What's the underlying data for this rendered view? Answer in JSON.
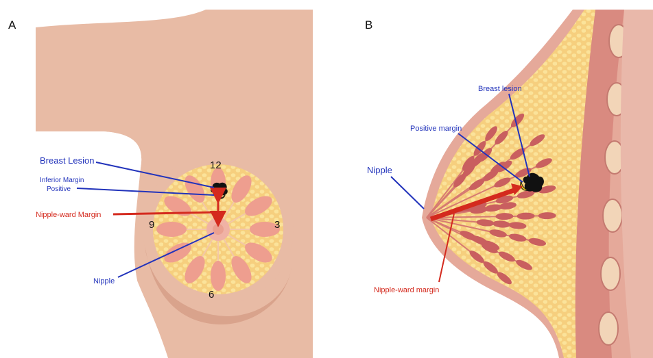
{
  "panel_a": {
    "letter": "A",
    "clock_12": "12",
    "clock_3": "3",
    "clock_6": "6",
    "clock_9": "9",
    "label_breast_lesion": "Breast Lesion",
    "label_inferior_margin_line1": "Inferior Margin",
    "label_inferior_margin_line2": "Positive",
    "label_nipple_ward_margin": "Nipple-ward Margin",
    "label_nipple": "Nipple"
  },
  "panel_b": {
    "letter": "B",
    "label_breast_lesion": "Breast lesion",
    "label_positive_margin": "Positive margin",
    "label_nipple": "Nipple",
    "label_nipple_ward_margin": "Nipple-ward margin"
  },
  "colors": {
    "skin": "#e8bba5",
    "skin_shadow": "#d9a38c",
    "fat": "#f6cf7e",
    "fat_light": "#fbe7a6",
    "lobule": "#ee9e8f",
    "gland_tissue": "#c95f5f",
    "muscle": "#d98a80",
    "lesion": "#111111",
    "lesion_margin": "#e8c31a",
    "label_blue": "#2233bb",
    "label_red": "#d42a1e"
  }
}
